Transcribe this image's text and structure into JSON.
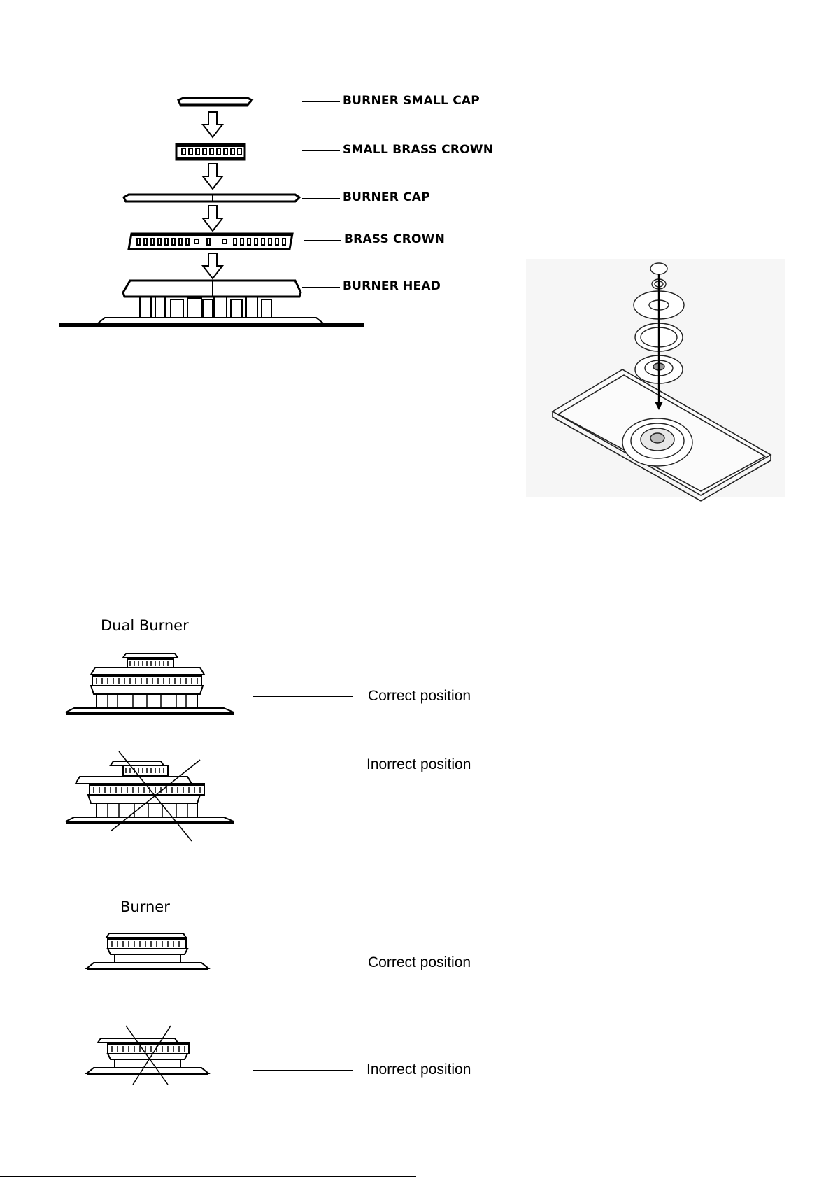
{
  "exploded_view": {
    "labels": {
      "small_cap": "BURNER SMALL CAP",
      "small_crown": "SMALL BRASS CROWN",
      "cap": "BURNER CAP",
      "crown": "BRASS CROWN",
      "head": "BURNER HEAD"
    }
  },
  "dual_burner": {
    "title": "Dual Burner",
    "correct_label": "Correct position",
    "incorrect_label": "Inorrect position"
  },
  "burner": {
    "title": "Burner",
    "correct_label": "Correct position",
    "incorrect_label": "Inorrect position"
  }
}
